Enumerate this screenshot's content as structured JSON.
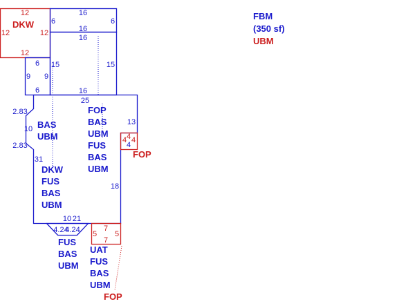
{
  "legend": {
    "line1": "FBM",
    "line2": "(350 sf)",
    "line3": "UBM"
  },
  "dims": {
    "dkw_top": "12",
    "dkw_left": "12",
    "dkw_right": "12",
    "dkw_bottom": "12",
    "top_top": "16",
    "top_left": "6",
    "top_right": "6",
    "top_bottom": "16",
    "mid_top": "16",
    "mid_left": "15",
    "mid_right": "15",
    "mid_bottom": "16",
    "small_top": "6",
    "small_left": "9",
    "small_right": "9",
    "small_bottom": "6",
    "main_top": "25",
    "main_left_upper": "2.83",
    "main_left_mid": "10",
    "main_left_lower": "2.83",
    "main_left": "31",
    "main_right_upper": "13",
    "main_right": "18",
    "main_bottom_a": "10",
    "main_bottom_b": "21",
    "fop_small_a": "4",
    "fop_small_b": "4",
    "fop_small_c": "4",
    "fop_small_d": "4",
    "trap_a": "4.24",
    "trap_b": "4.24",
    "br_top": "7",
    "br_left": "5",
    "br_right": "5",
    "br_bottom": "7"
  },
  "labels": {
    "dkw": "DKW",
    "fop_right": "FOP",
    "fop_bottom": "FOP",
    "stack_right": [
      "FOP",
      "BAS",
      "UBM",
      "FUS",
      "BAS",
      "UBM"
    ],
    "stack_left_upper": [
      "BAS",
      "UBM"
    ],
    "stack_left_lower": [
      "DKW",
      "FUS",
      "BAS",
      "UBM"
    ],
    "stack_trap": [
      "FUS",
      "BAS",
      "UBM"
    ],
    "stack_br": [
      "UAT",
      "FUS",
      "BAS",
      "UBM"
    ]
  },
  "colors": {
    "blue": "#1a1acc",
    "red": "#cc2020"
  }
}
